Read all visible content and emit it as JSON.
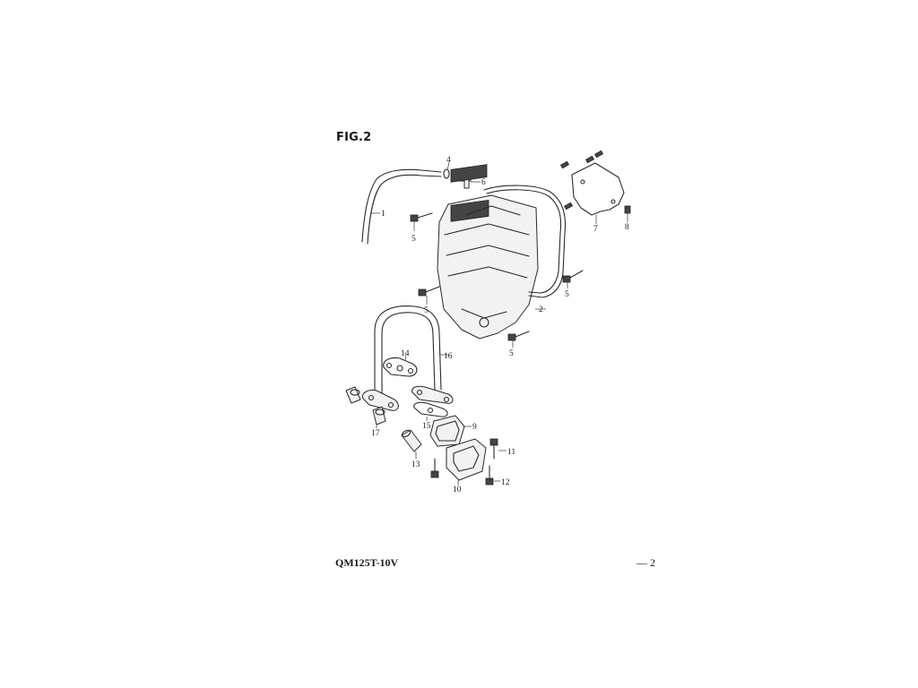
{
  "figure": {
    "title": "FIG.2"
  },
  "footer": {
    "model": "QM125T-10V",
    "page": "— 2"
  },
  "callouts": [
    "1",
    "2",
    "4",
    "5",
    "6",
    "7",
    "8",
    "9",
    "10",
    "11",
    "12",
    "13",
    "14",
    "15",
    "16",
    "17"
  ]
}
